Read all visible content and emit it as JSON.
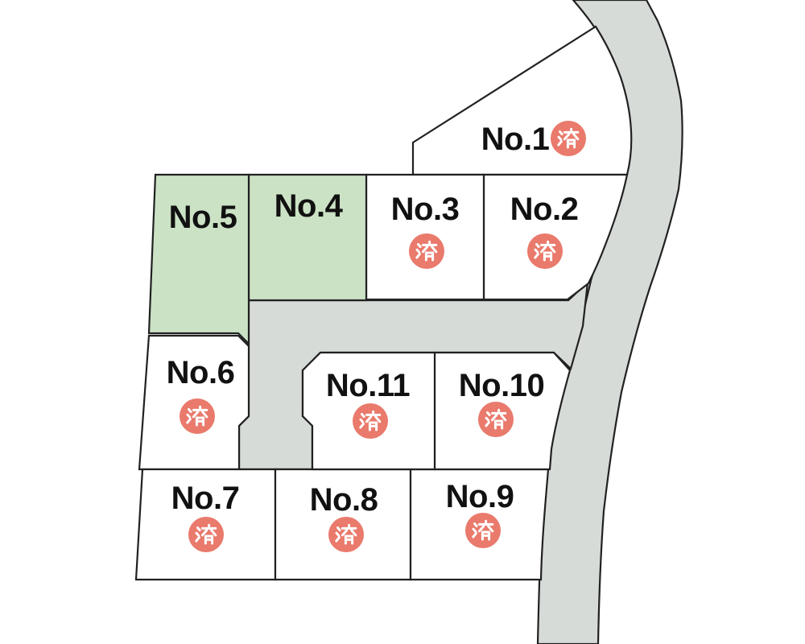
{
  "map": {
    "type": "land-lot-sales-map",
    "sold_stamp_character": "済",
    "lots": [
      {
        "id": "no1",
        "label": "No.1",
        "status": "済",
        "state": "sold"
      },
      {
        "id": "no2",
        "label": "No.2",
        "status": "済",
        "state": "sold"
      },
      {
        "id": "no3",
        "label": "No.3",
        "status": "済",
        "state": "sold"
      },
      {
        "id": "no4",
        "label": "No.4",
        "status": "",
        "state": "available"
      },
      {
        "id": "no5",
        "label": "No.5",
        "status": "",
        "state": "available"
      },
      {
        "id": "no6",
        "label": "No.6",
        "status": "済",
        "state": "sold"
      },
      {
        "id": "no7",
        "label": "No.7",
        "status": "済",
        "state": "sold"
      },
      {
        "id": "no8",
        "label": "No.8",
        "status": "済",
        "state": "sold"
      },
      {
        "id": "no9",
        "label": "No.9",
        "status": "済",
        "state": "sold"
      },
      {
        "id": "no10",
        "label": "No.10",
        "status": "済",
        "state": "sold"
      },
      {
        "id": "no11",
        "label": "No.11",
        "status": "済",
        "state": "sold"
      }
    ]
  },
  "colors": {
    "background": "#ffffff",
    "available_lot": "#cbe2c5",
    "sold_lot": "#ffffff",
    "road": "#d6dbd7",
    "border": "#212121",
    "sold_badge": "#e97a6c",
    "badge_glyph": "#ffffff",
    "label_text": "#111111"
  }
}
